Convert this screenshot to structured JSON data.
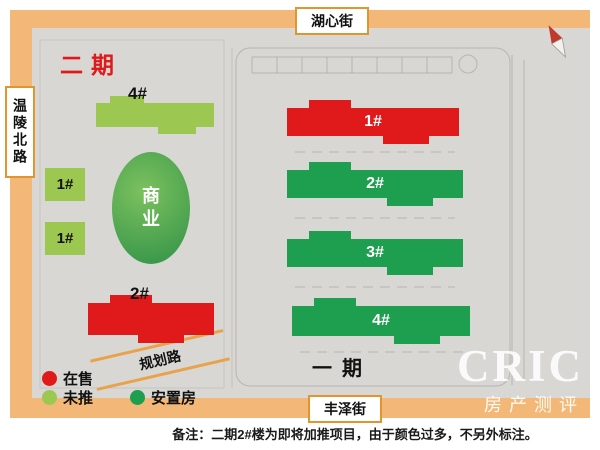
{
  "streets": {
    "top": "湖心街",
    "left": "温陵北路",
    "bottom": "丰泽街",
    "planning": "规划路"
  },
  "phase2": {
    "title": "二期",
    "b4": "4#",
    "b1a": "1#",
    "b1b": "1#",
    "commercial": "商业",
    "b2": "2#"
  },
  "phase1": {
    "title": "一期",
    "b1": "1#",
    "b2": "2#",
    "b3": "3#",
    "b4": "4#"
  },
  "legend": {
    "onsale": "在售",
    "notlaunched": "未推",
    "resettlement": "安置房"
  },
  "note": {
    "text": "备注：二期2#楼为即将加推项目，由于颜色过多，不另外标注。"
  },
  "watermark": {
    "brand": "CRIC",
    "subtitle": "房产测评"
  },
  "colors": {
    "road": "#f3b877",
    "onsale_red": "#e01a1a",
    "notlaunched_green": "#9cc750",
    "resettlement_green": "#1e9e4f",
    "map_background": "#d8d7d3"
  }
}
